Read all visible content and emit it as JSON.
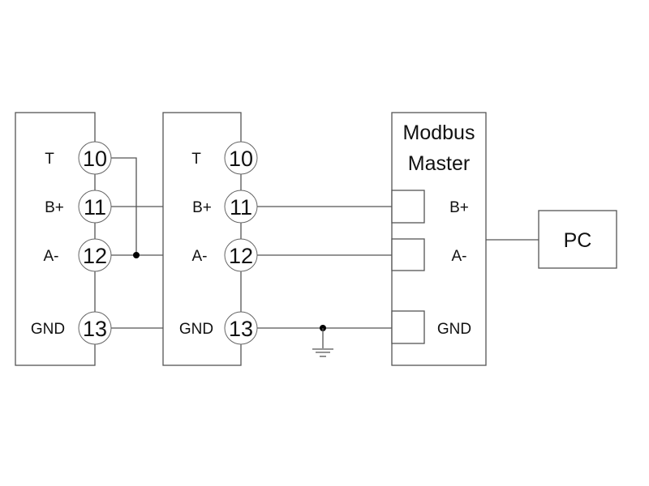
{
  "diagram": {
    "type": "wiring",
    "device1": {
      "pins": [
        {
          "label": "T",
          "number": "10"
        },
        {
          "label": "B+",
          "number": "11"
        },
        {
          "label": "A-",
          "number": "12"
        },
        {
          "label": "GND",
          "number": "13"
        }
      ]
    },
    "device2": {
      "pins": [
        {
          "label": "T",
          "number": "10"
        },
        {
          "label": "B+",
          "number": "11"
        },
        {
          "label": "A-",
          "number": "12"
        },
        {
          "label": "GND",
          "number": "13"
        }
      ]
    },
    "master": {
      "title_line1": "Modbus",
      "title_line2": "Master",
      "ports": [
        {
          "label": "B+"
        },
        {
          "label": "A-"
        },
        {
          "label": "GND"
        }
      ]
    },
    "pc": {
      "label": "PC"
    },
    "connections": [
      "device1.10 -> device1.12 (jumper)",
      "device1.11 -> device2.11",
      "device1.12 -> device2.12",
      "device1.13 -> device2.13",
      "device2.11 -> master.B+",
      "device2.12 -> master.A-",
      "device2.13 -> ground -> master.GND",
      "master -> PC"
    ]
  }
}
